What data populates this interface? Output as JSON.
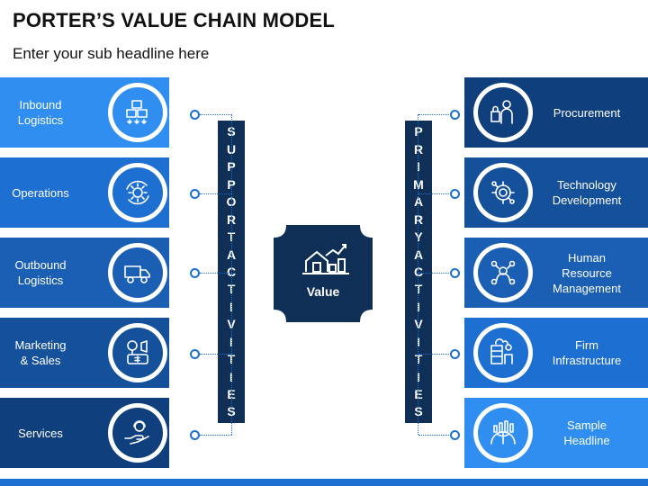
{
  "header": {
    "title": "PORTER’S VALUE CHAIN MODEL",
    "subtitle": "Enter your sub headline here"
  },
  "left_items": [
    {
      "label": "Inbound\nLogistics",
      "icon": "boxes-icon",
      "color": "#2f8ef0"
    },
    {
      "label": "Operations",
      "icon": "gear-cycle-icon",
      "color": "#1d6fd1"
    },
    {
      "label": "Outbound\nLogistics",
      "icon": "truck-icon",
      "color": "#1a5fb4"
    },
    {
      "label": "Marketing\n& Sales",
      "icon": "marketing-icon",
      "color": "#15509a"
    },
    {
      "label": "Services",
      "icon": "service-hand-icon",
      "color": "#0f3f7c"
    }
  ],
  "right_items": [
    {
      "label": "Procurement",
      "icon": "shopper-icon",
      "color": "#0f3f7c"
    },
    {
      "label": "Technology\nDevelopment",
      "icon": "gear-circuit-icon",
      "color": "#15509a"
    },
    {
      "label": "Human\nResource\nManagement",
      "icon": "people-gear-icon",
      "color": "#1a5fb4"
    },
    {
      "label": "Firm\nInfrastructure",
      "icon": "server-person-icon",
      "color": "#1d6fd1"
    },
    {
      "label": "Sample\nHeadline",
      "icon": "globe-chart-icon",
      "color": "#2f8ef0"
    }
  ],
  "support_letters": [
    "S",
    "U",
    "P",
    "P",
    "O",
    "R",
    "T",
    "A",
    "C",
    "T",
    "I",
    "V",
    "I",
    "T",
    "I",
    "E",
    "S"
  ],
  "primary_letters": [
    "P",
    "R",
    "I",
    "M",
    "A",
    "R",
    "Y",
    "A",
    "C",
    "T",
    "I",
    "V",
    "I",
    "T",
    "I",
    "E",
    "S"
  ],
  "center": {
    "label": "Value",
    "icon": "house-growth-icon",
    "color": "#0f2f57"
  }
}
